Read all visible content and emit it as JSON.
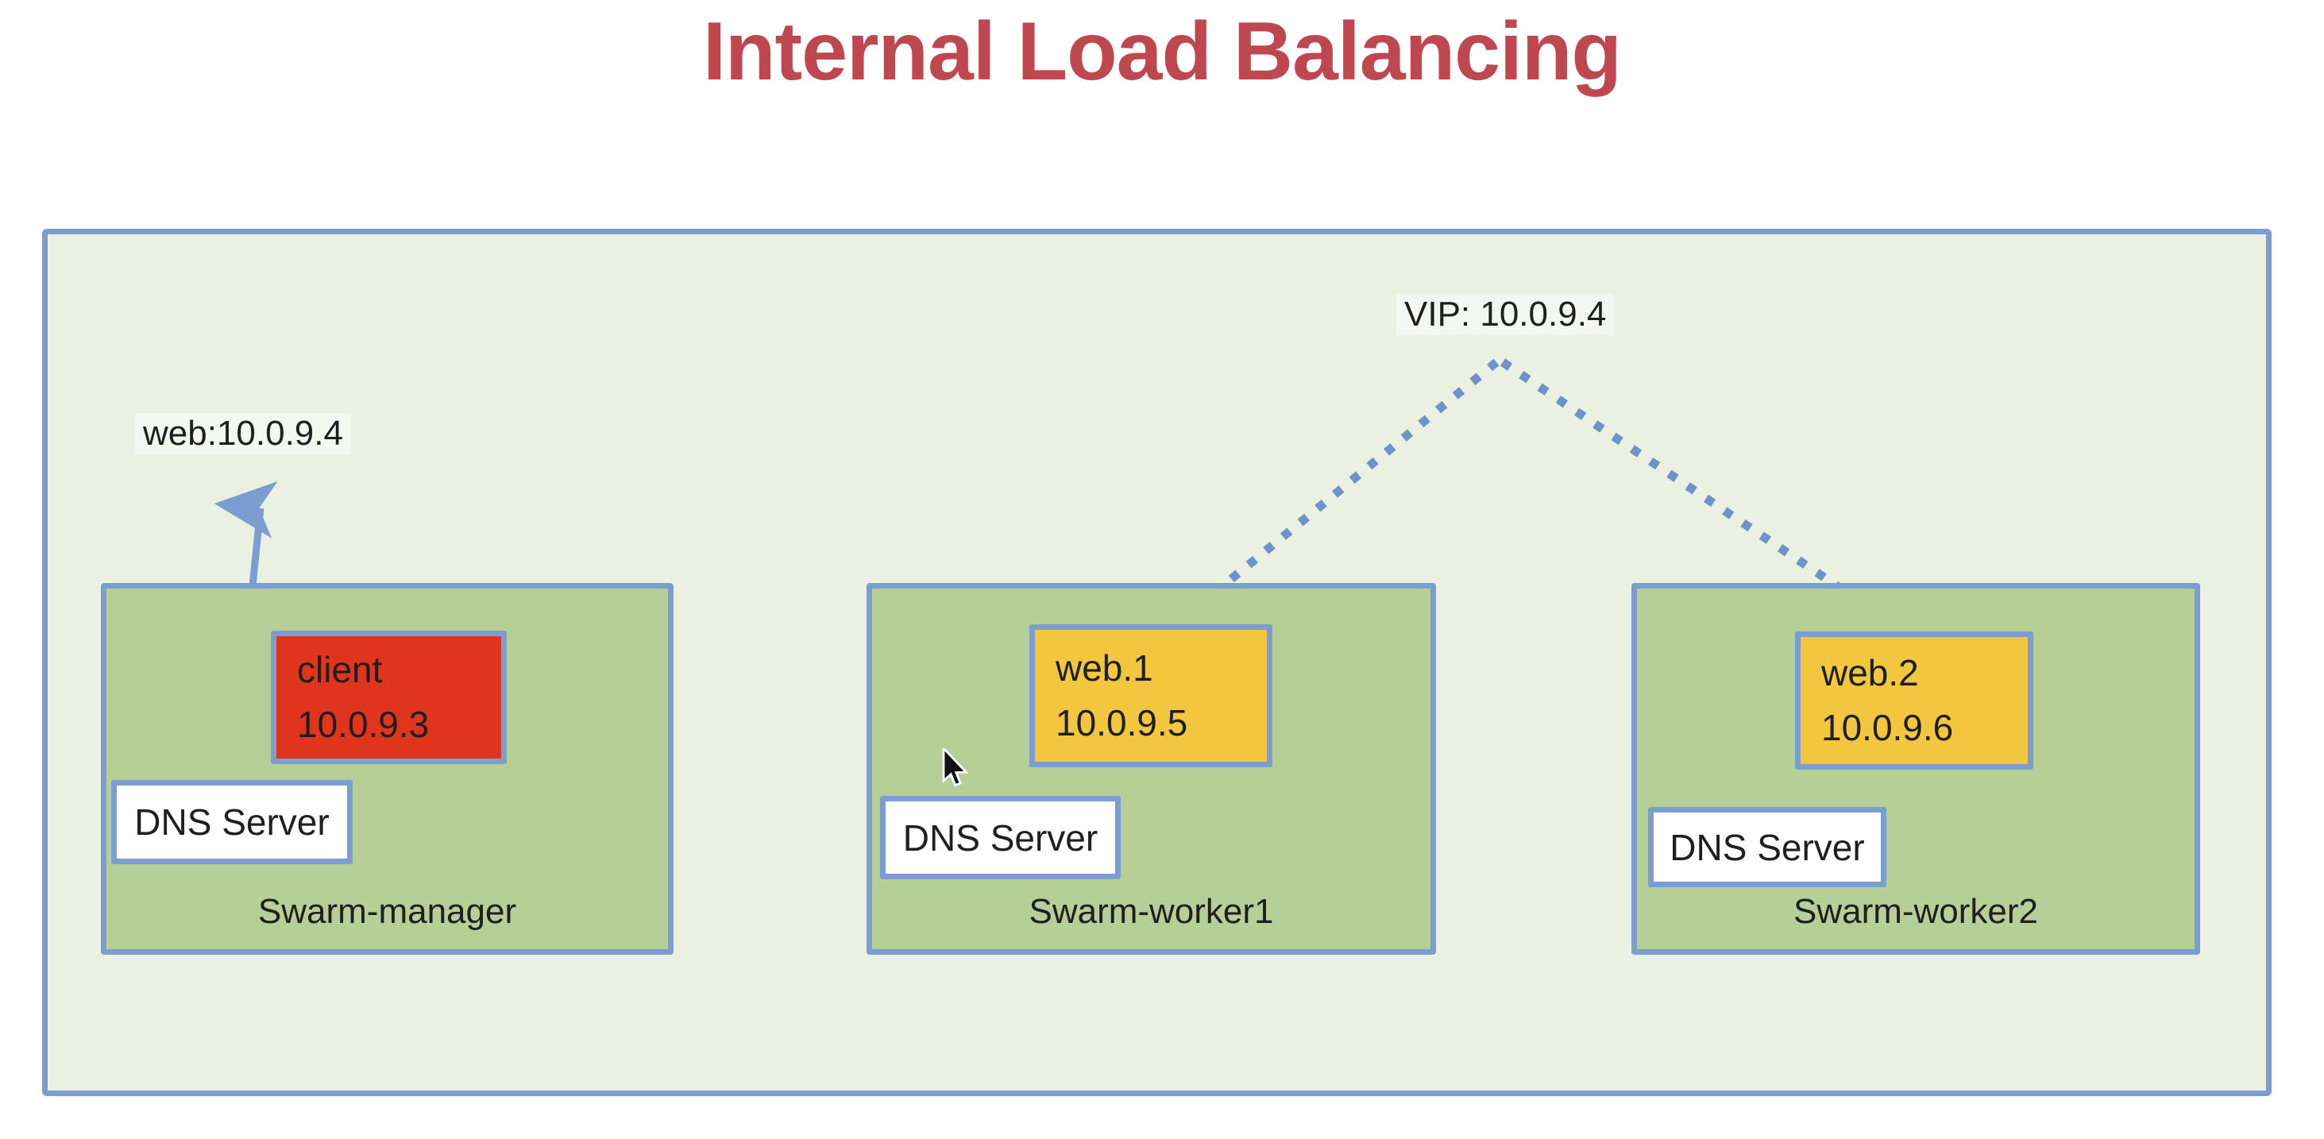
{
  "title": "Internal Load Balancing",
  "colors": {
    "title-red": "#bf4750",
    "canvas-bg": "#ffffff",
    "overlay-bg": "#eaf1e3",
    "node-bg": "#b5cf96",
    "border-blue": "#7b9dd0",
    "client-red": "#e0341c",
    "web-yellow": "#f2c63e",
    "dns-bg": "#ffffff",
    "text-dark": "#1f1f1f",
    "line-blue": "#6f93c8"
  },
  "annotations": {
    "vip_label": "VIP: 10.0.9.4",
    "dns_query_label": "web:10.0.9.4"
  },
  "nodes": [
    {
      "name": "Swarm-manager",
      "container": {
        "service": "client",
        "ip": "10.0.9.3"
      },
      "dns_label": "DNS Server"
    },
    {
      "name": "Swarm-worker1",
      "container": {
        "service": "web.1",
        "ip": "10.0.9.5"
      },
      "dns_label": "DNS Server"
    },
    {
      "name": "Swarm-worker2",
      "container": {
        "service": "web.2",
        "ip": "10.0.9.6"
      },
      "dns_label": "DNS Server"
    }
  ]
}
